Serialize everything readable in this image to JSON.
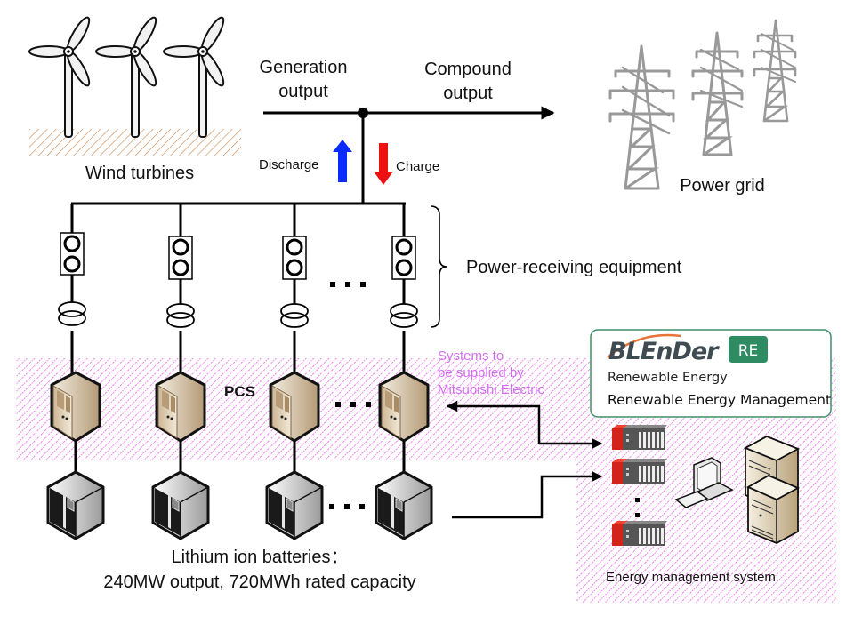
{
  "diagram": {
    "wind_turbines": {
      "label": "Wind turbines",
      "count": 3
    },
    "generation_output": {
      "line1": "Generation",
      "line2": "output"
    },
    "compound_output": {
      "line1": "Compound",
      "line2": "output"
    },
    "power_grid": {
      "label": "Power grid",
      "tower_count": 3
    },
    "discharge": {
      "label": "Discharge",
      "color": "#0a2bff",
      "direction": "up"
    },
    "charge": {
      "label": "Charge",
      "color": "#ee1111",
      "direction": "down"
    },
    "power_receiving_equipment": {
      "label": "Power-receiving equipment"
    },
    "pcs": {
      "label": "PCS"
    },
    "ellipsis": "…",
    "supply_note": {
      "line1": "Systems to",
      "line2": "be supplied by",
      "line3": "Mitsubishi Electric",
      "color": "#d070ee"
    },
    "batteries": {
      "line1": "Lithium ion batteries：",
      "line2": "240MW output, 720MWh rated capacity",
      "output": "240MW",
      "rated_capacity": "720MWh"
    },
    "blender_card": {
      "logo": "BLEnDer",
      "badge": "RE",
      "badge_color": "#2e8b62",
      "border_color": "#3f8f6a",
      "line1": "Renewable Energy",
      "line2": "Renewable Energy Management"
    },
    "ems": {
      "label": "Energy management system"
    },
    "hatch_color": "#ee66ee"
  }
}
